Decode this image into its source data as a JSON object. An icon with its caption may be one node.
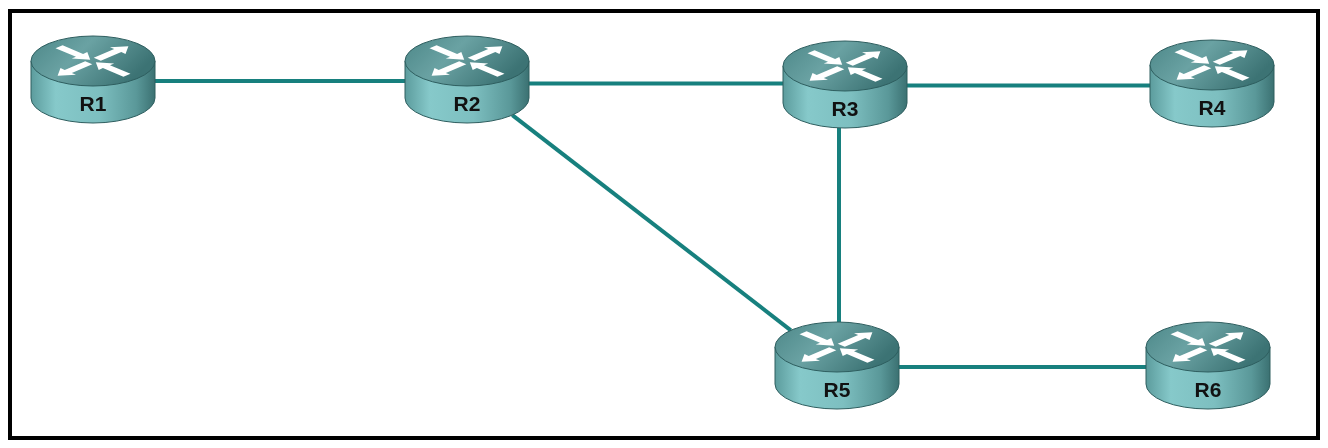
{
  "diagram": {
    "nodes": [
      {
        "text": [
          "R1"
        ]
      },
      {
        "text": [
          "R2"
        ]
      },
      {
        "text": [
          "R3"
        ]
      },
      {
        "text": [
          "R4"
        ]
      },
      {
        "text": [
          "R5"
        ]
      },
      {
        "text": [
          "R6"
        ]
      }
    ],
    "edges": [
      {
        "from": 0,
        "to": 1,
        "arrow": "none"
      },
      {
        "from": 1,
        "to": 2,
        "arrow": "none"
      },
      {
        "from": 2,
        "to": 3,
        "arrow": "none"
      },
      {
        "from": 1,
        "to": 4,
        "arrow": "none"
      },
      {
        "from": 2,
        "to": 4,
        "arrow": "none"
      },
      {
        "from": 4,
        "to": 5,
        "arrow": "none"
      }
    ]
  }
}
